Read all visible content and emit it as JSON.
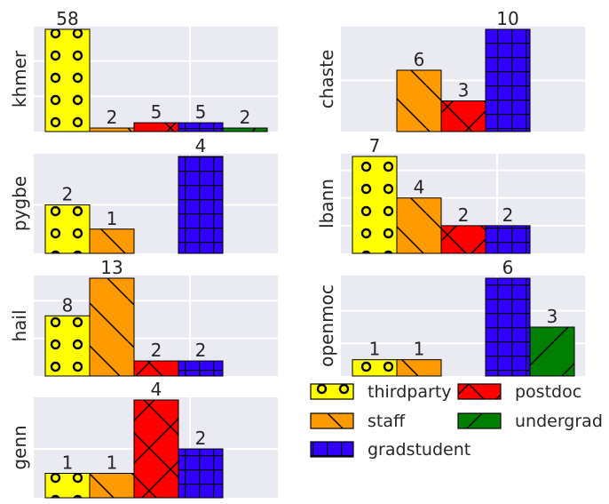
{
  "chart_data": {
    "type": "bar",
    "categories": [
      "thirdparty",
      "staff",
      "postdoc",
      "gradstudent",
      "undergrad"
    ],
    "series_colors": {
      "thirdparty": "#ffff00",
      "staff": "#ff9900",
      "postdoc": "#ff0000",
      "gradstudent": "#3300ff",
      "undergrad": "#008000"
    },
    "series_hatches": {
      "thirdparty": "circles",
      "staff": "backslash",
      "postdoc": "cross",
      "gradstudent": "grid",
      "undergrad": "slash"
    },
    "background": "#eaeaf2",
    "grid": true,
    "legend": {
      "placement": "bottom-right",
      "entries": [
        "thirdparty",
        "postdoc",
        "staff",
        "undergrad",
        "gradstudent"
      ]
    },
    "panels": [
      {
        "title": "khmer",
        "ylabel": "khmer",
        "values": [
          58,
          2,
          5,
          5,
          2
        ],
        "ymax": 58
      },
      {
        "title": "chaste",
        "ylabel": "chaste",
        "values": [
          0,
          6,
          3,
          10,
          0
        ],
        "ymax": 10
      },
      {
        "title": "pygbe",
        "ylabel": "pygbe",
        "values": [
          2,
          1,
          0,
          4,
          0
        ],
        "ymax": 4
      },
      {
        "title": "lbann",
        "ylabel": "lbann",
        "values": [
          7,
          4,
          2,
          2,
          0
        ],
        "ymax": 7
      },
      {
        "title": "hail",
        "ylabel": "hail",
        "values": [
          8,
          13,
          2,
          2,
          0
        ],
        "ymax": 13
      },
      {
        "title": "openmoc",
        "ylabel": "openmoc",
        "values": [
          1,
          1,
          0,
          6,
          3
        ],
        "ymax": 6
      },
      {
        "title": "genn",
        "ylabel": "genn",
        "values": [
          1,
          1,
          4,
          2,
          0
        ],
        "ymax": 4
      }
    ]
  }
}
